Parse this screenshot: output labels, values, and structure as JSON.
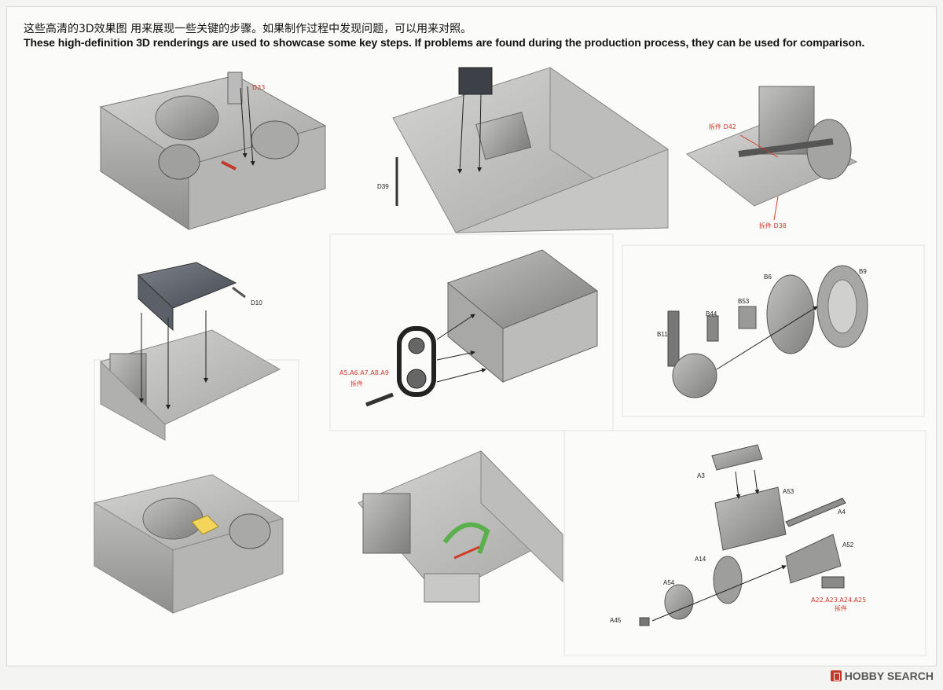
{
  "header": {
    "cn": "这些高清的3D效果图 用来展现一些关键的步骤。如果制作过程中发现问题，可以用来对照。",
    "en": "These high-definition 3D renderings are used to showcase some key steps. If problems are found during the production process, they can be used for comparison."
  },
  "labels": {
    "d33": "D33",
    "d39": "D39",
    "d42": "拆件 D42",
    "d38": "拆件 D38",
    "d10": "D10",
    "a_group": "A5.A6.A7.A8.A9",
    "a_group_note": "拆件",
    "b6": "B6",
    "b9": "B9",
    "b53": "B53",
    "b44": "B44",
    "b11": "B11",
    "a3": "A3",
    "a53": "A53",
    "a4": "A4",
    "a52": "A52",
    "a14": "A14",
    "a54": "A54",
    "a45": "A45",
    "a22": "A22.A23.A24.A25",
    "a22_note": "拆件"
  },
  "watermark": {
    "text": "HOBBY SEARCH"
  }
}
